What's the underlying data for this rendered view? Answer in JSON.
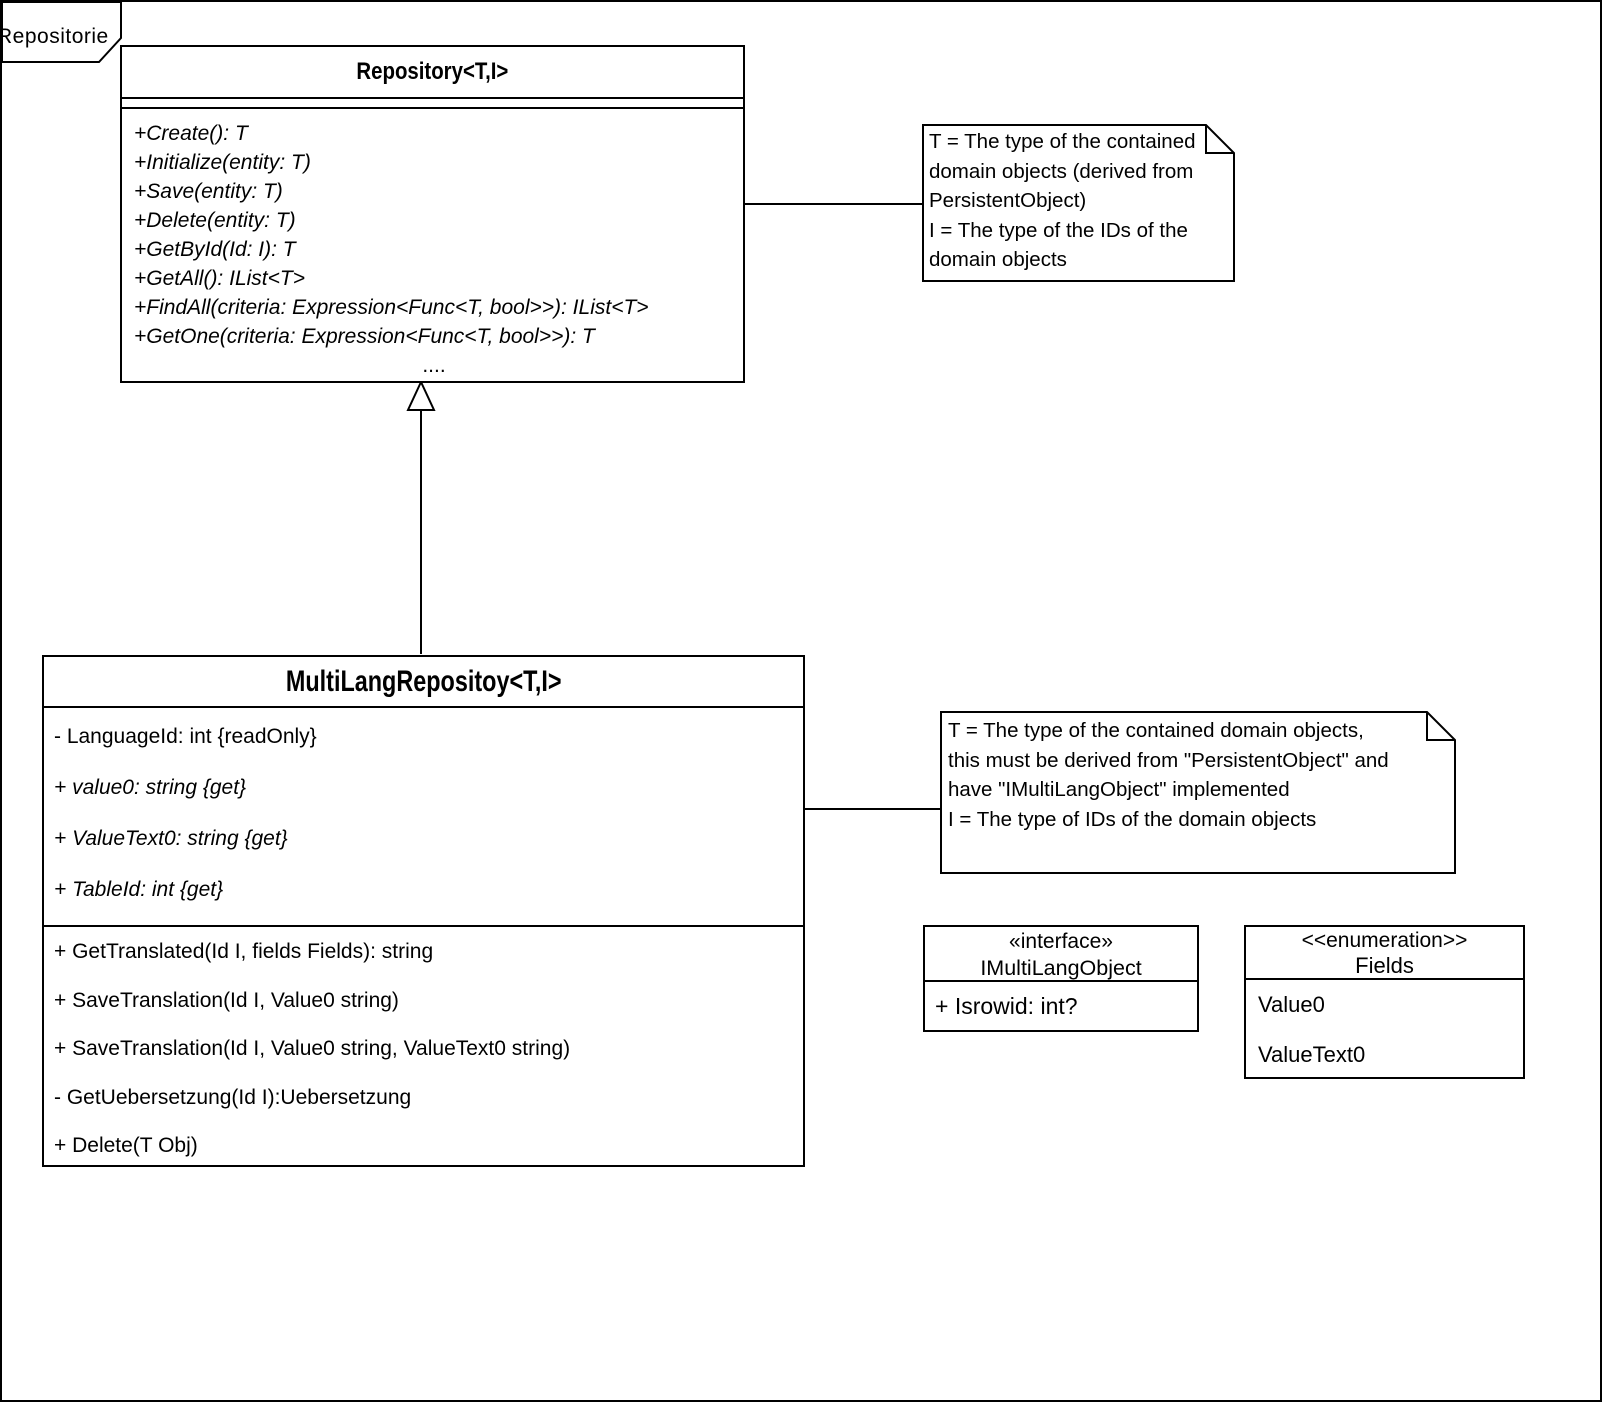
{
  "package": {
    "label": "Repositorie"
  },
  "repository_class": {
    "title": "Repository<T,I>",
    "methods": [
      "+Create(): T",
      "+Initialize(entity: T)",
      "+Save(entity: T)",
      "+Delete(entity: T)",
      "+GetById(Id: I): T",
      "+GetAll(): IList<T>",
      "+FindAll(criteria: Expression<Func<T, bool>>): IList<T>",
      "+GetOne(criteria: Expression<Func<T, bool>>): T"
    ],
    "ellipsis": "...."
  },
  "note_repository": {
    "text": "T = The type of the contained\ndomain objects (derived from\nPersistentObject)\nI = The type of the IDs of the\ndomain objects"
  },
  "multilang_class": {
    "title": "MultiLangRepositoy<T,I>",
    "attributes": [
      {
        "text": "- LanguageId: int {readOnly}"
      },
      {
        "text": "+ value0: string {get}"
      },
      {
        "text": "+ ValueText0: string {get}"
      },
      {
        "text": "+ TableId: int {get}"
      }
    ],
    "methods": [
      "+ GetTranslated(Id I, fields Fields): string",
      "+ SaveTranslation(Id I, Value0 string)",
      "+ SaveTranslation(Id I, Value0 string, ValueText0 string)",
      "- GetUebersetzung(Id I):Uebersetzung",
      "+ Delete(T Obj)"
    ]
  },
  "note_multilang": {
    "text": "T = The type of the contained domain objects,\nthis must be derived from \"PersistentObject\" and\nhave \"IMultiLangObject\" implemented\nI = The type of IDs of the domain objects"
  },
  "interface_box": {
    "stereotype": "«interface»",
    "name": "IMultiLangObject",
    "members": [
      "+ Isrowid: int?"
    ]
  },
  "enum_box": {
    "stereotype": "<<enumeration>>",
    "name": "Fields",
    "values": [
      "Value0",
      "ValueText0"
    ]
  },
  "colors": {
    "line": "#000000",
    "background": "#ffffff"
  }
}
